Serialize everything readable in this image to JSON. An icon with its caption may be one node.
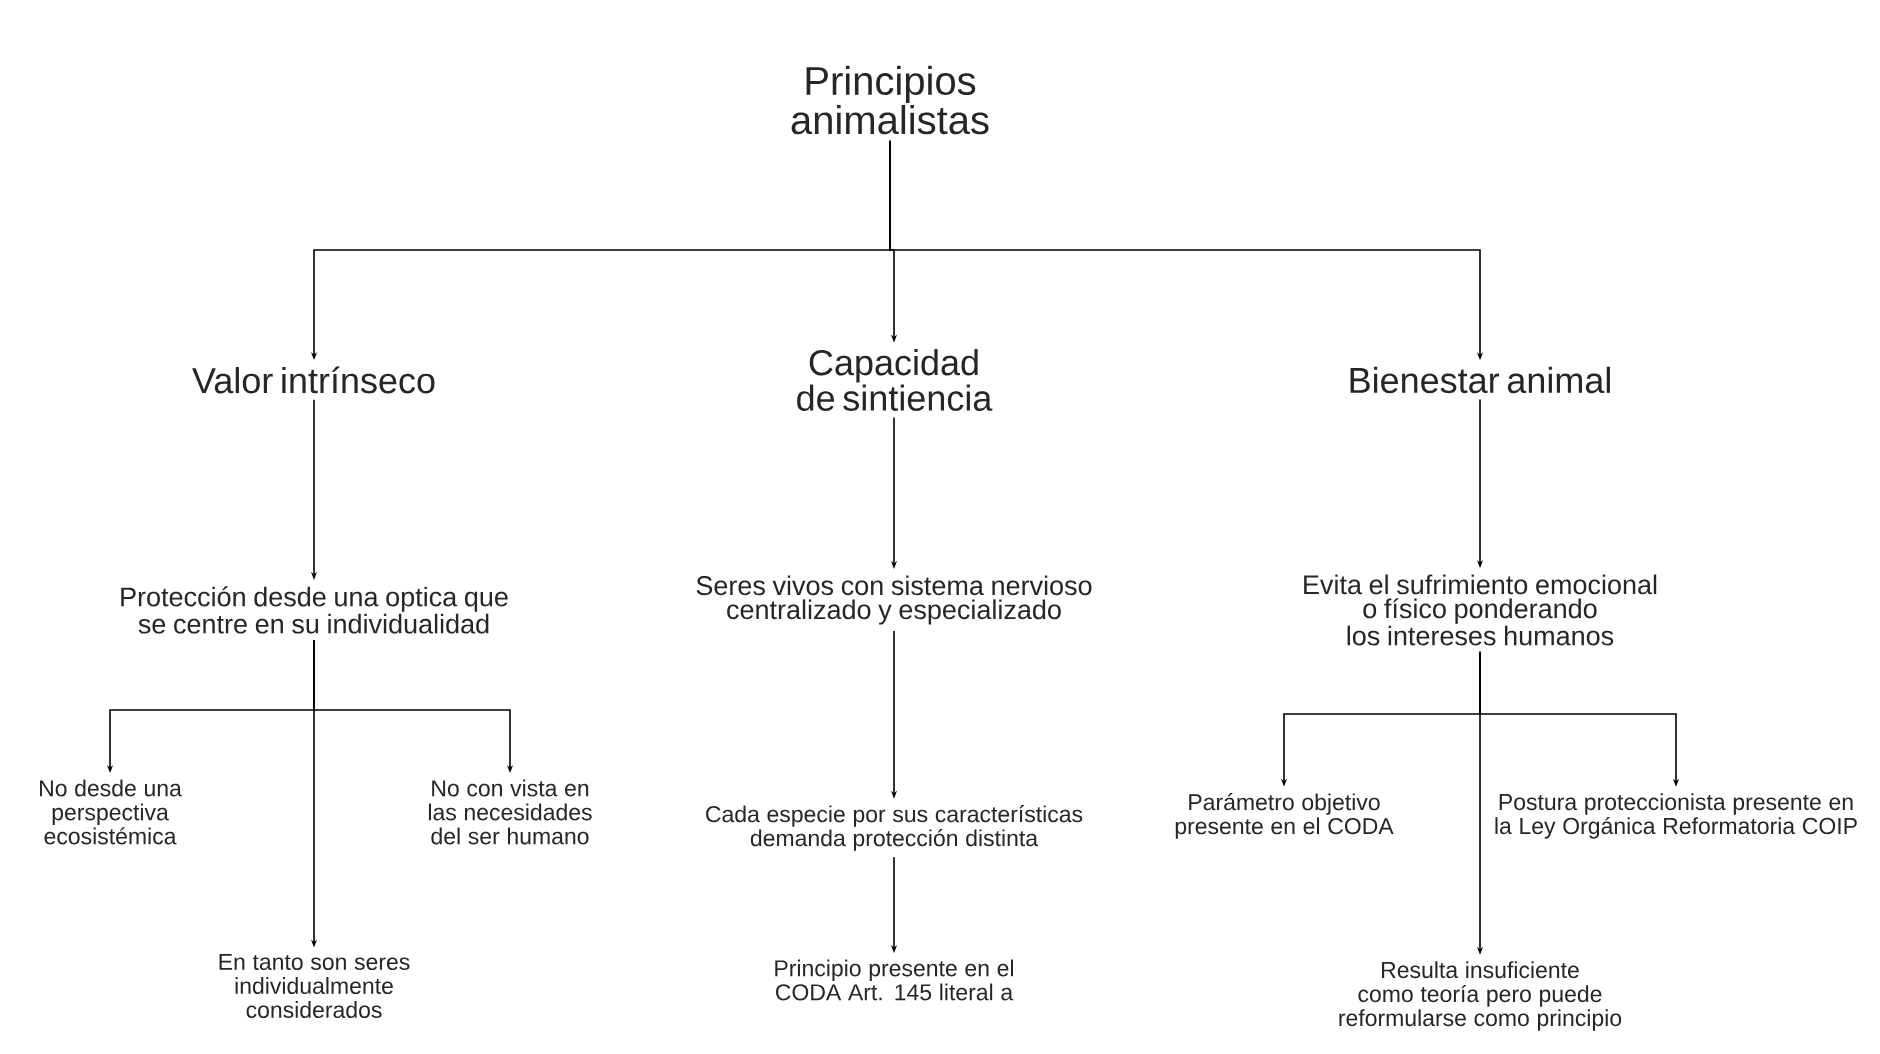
{
  "diagram": {
    "nodes": [
      {
        "text": [
          "Principios animalistas"
        ]
      },
      {
        "text": [
          "Valor intrínseco"
        ]
      },
      {
        "text": [
          "Capacidad de sintiencia"
        ]
      },
      {
        "text": [
          "Bienestar animal"
        ]
      },
      {
        "text": [
          "Protección desde una optica que se centre en su individualidad"
        ]
      },
      {
        "text": [
          "Seres vivos con sistema nervioso centralizado y especializado"
        ]
      },
      {
        "text": [
          "Evita el sufrimiento emocional o físico ponderando los intereses humanos"
        ]
      },
      {
        "text": [
          "No desde una perspectiva ecosistémica"
        ]
      },
      {
        "text": [
          "No con vista en las necesidades del ser humano"
        ]
      },
      {
        "text": [
          "En tanto son seres individualmente considerados"
        ]
      },
      {
        "text": [
          "Cada especie por sus características demanda protección distinta"
        ]
      },
      {
        "text": [
          "Principio presente en el CODA Art. 145 literal a"
        ]
      },
      {
        "text": [
          "Parámetro objetivo presente en el CODA"
        ]
      },
      {
        "text": [
          "Postura proteccionista presente en la Ley Orgánica Reformatoria COIP"
        ]
      },
      {
        "text": [
          "Resulta insuficiente como teoría pero puede reformularse como principio"
        ]
      }
    ],
    "edges": [
      {
        "from": 0,
        "to": 1,
        "arrow": "to"
      },
      {
        "from": 0,
        "to": 2,
        "arrow": "to"
      },
      {
        "from": 0,
        "to": 3,
        "arrow": "to"
      },
      {
        "from": 1,
        "to": 4,
        "arrow": "to"
      },
      {
        "from": 2,
        "to": 5,
        "arrow": "to"
      },
      {
        "from": 3,
        "to": 6,
        "arrow": "to"
      },
      {
        "from": 4,
        "to": 7,
        "arrow": "to"
      },
      {
        "from": 4,
        "to": 8,
        "arrow": "to"
      },
      {
        "from": 4,
        "to": 9,
        "arrow": "to"
      },
      {
        "from": 5,
        "to": 10,
        "arrow": "to"
      },
      {
        "from": 10,
        "to": 11,
        "arrow": "to"
      },
      {
        "from": 6,
        "to": 12,
        "arrow": "to"
      },
      {
        "from": 6,
        "to": 13,
        "arrow": "to"
      },
      {
        "from": 6,
        "to": 14,
        "arrow": "to"
      }
    ]
  }
}
